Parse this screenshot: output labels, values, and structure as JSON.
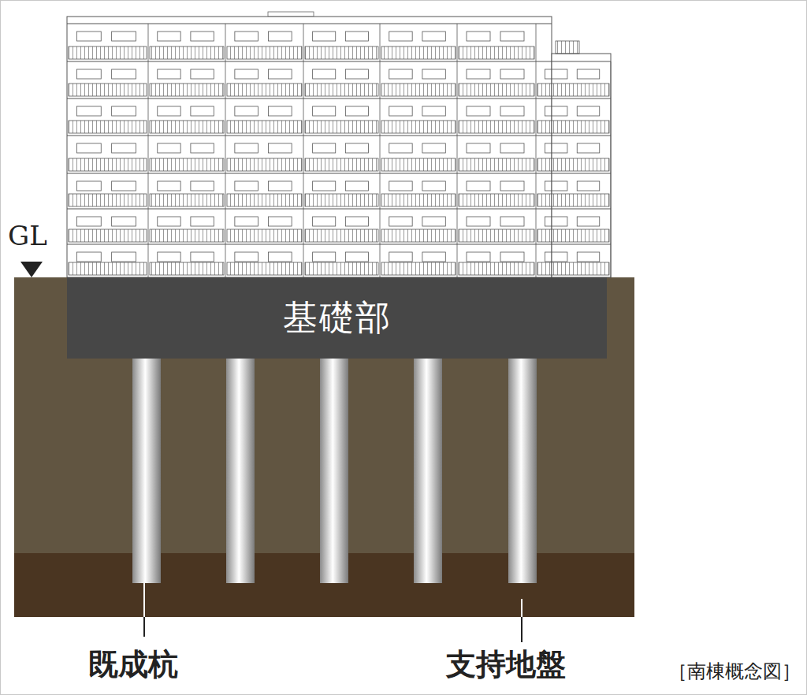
{
  "diagram": {
    "caption": "［南棟概念図］",
    "nodes": [
      {
        "text": [
          "基礎部"
        ]
      }
    ],
    "labels": [
      "GL",
      "既成杭",
      "支持地盤"
    ]
  }
}
